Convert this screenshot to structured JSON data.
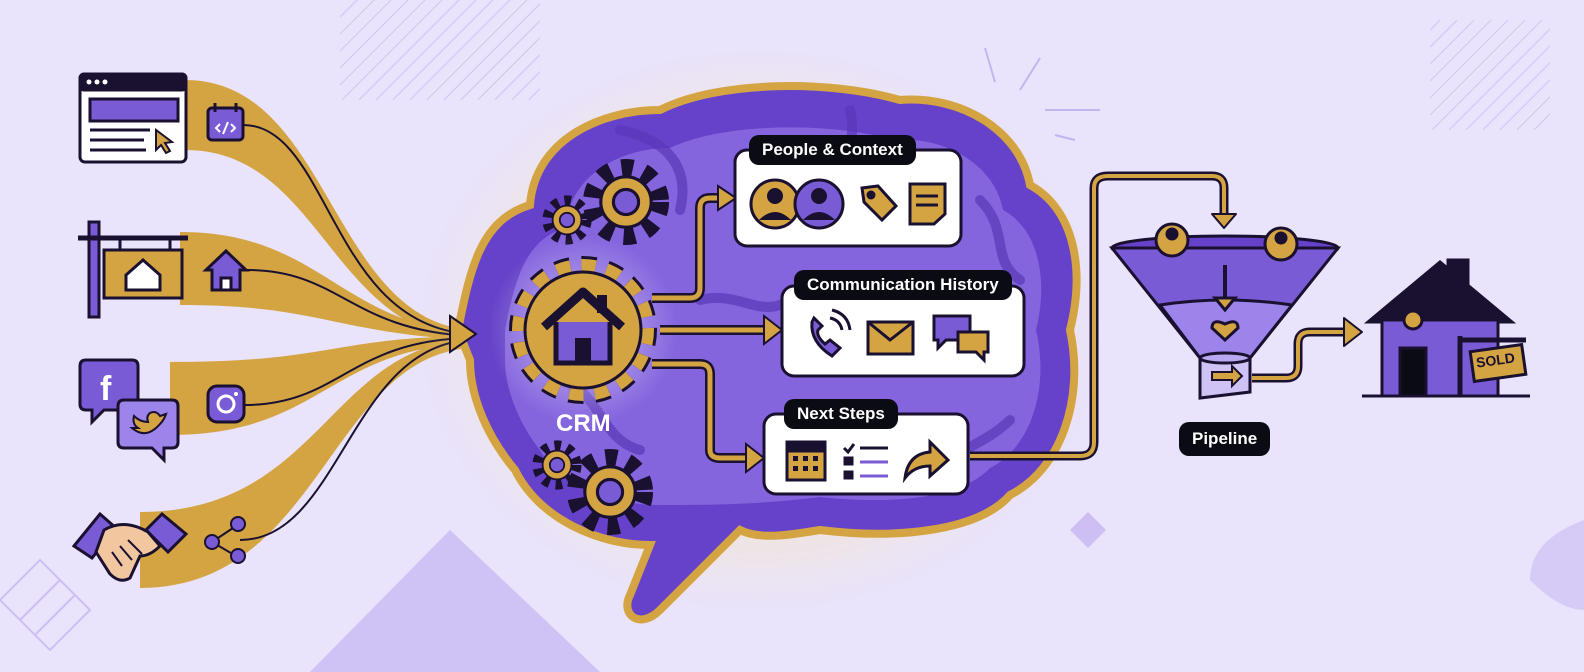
{
  "diagram": {
    "cards": {
      "people_context": "People & Context",
      "communication_history": "Communication History",
      "next_steps": "Next Steps"
    },
    "crm_label": "CRM",
    "pipeline_label": "Pipeline",
    "sold_sign": "SOLD",
    "icons": {
      "sources": [
        "browser-window-icon",
        "code-calendar-icon",
        "for-sale-sign-icon",
        "house-icon",
        "facebook-icon",
        "twitter-icon",
        "instagram-icon",
        "handshake-icon",
        "network-nodes-icon"
      ],
      "brain": [
        "gear-icon",
        "crm-home-gear-icon"
      ],
      "people_context": [
        "person-avatar-icon",
        "tag-icon",
        "note-icon"
      ],
      "communication_history": [
        "phone-icon",
        "envelope-icon",
        "chat-bubbles-icon"
      ],
      "next_steps": [
        "calendar-icon",
        "checklist-icon",
        "forward-arrow-icon"
      ],
      "outcome": [
        "funnel-icon",
        "sold-house-icon"
      ]
    },
    "colors": {
      "background": "#e9e3fb",
      "purple": "#7a5bd6",
      "deep_purple": "#6542c9",
      "light_purple": "#9c84ea",
      "gold": "#d4a443",
      "ink": "#0b0b14"
    }
  }
}
